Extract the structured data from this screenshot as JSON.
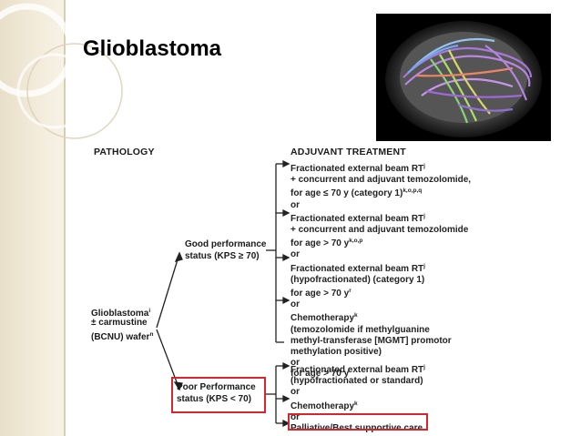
{
  "slide": {
    "title": "Glioblastoma",
    "image_icon": "brain-tractography-image"
  },
  "headers": {
    "pathology": "PATHOLOGY",
    "adjuvant": "ADJUVANT TREATMENT"
  },
  "pathology": {
    "line1": "Glioblastoma",
    "line1_sup": "i",
    "line2": "± carmustine",
    "line3": "(BCNU) wafer",
    "line3_sup": "n"
  },
  "branches": {
    "good_line1": "Good performance",
    "good_line2": "status (KPS ≥ 70)",
    "poor_line1": "Poor Performance",
    "poor_line2": "status (KPS < 70)"
  },
  "good_treatments": [
    {
      "text": "Fractionated external beam RT",
      "sup": "j"
    },
    {
      "text": "+ concurrent and adjuvant temozolomide,",
      "sup": ""
    },
    {
      "text": "for age ≤ 70 y (category 1)",
      "sup": "k,o,p,q"
    },
    {
      "text": "or",
      "sup": ""
    },
    {
      "text": "Fractionated external beam RT",
      "sup": "j"
    },
    {
      "text": "+ concurrent and adjuvant temozolomide",
      "sup": ""
    },
    {
      "text": "for age > 70 y",
      "sup": "k,o,p"
    },
    {
      "text": "or",
      "sup": ""
    },
    {
      "text": "Fractionated external beam RT",
      "sup": "j"
    },
    {
      "text": "(hypofractionated) (category 1)",
      "sup": ""
    },
    {
      "text": "for age > 70 y",
      "sup": "r"
    },
    {
      "text": "or",
      "sup": ""
    },
    {
      "text": "Chemotherapy",
      "sup": "k"
    },
    {
      "text": "(temozolomide if methylguanine",
      "sup": ""
    },
    {
      "text": "methyl-transferase [MGMT] promotor",
      "sup": ""
    },
    {
      "text": "methylation positive)",
      "sup": ""
    },
    {
      "text": "or",
      "sup": ""
    },
    {
      "text": "for age > 70 y",
      "sup": ""
    }
  ],
  "poor_treatments": [
    {
      "text": "Fractionated external beam RT",
      "sup": "j"
    },
    {
      "text": "(hypofractionated or standard)",
      "sup": ""
    },
    {
      "text": "or",
      "sup": ""
    },
    {
      "text": "Chemotherapy",
      "sup": "k"
    },
    {
      "text": "or",
      "sup": ""
    },
    {
      "text": "Palliative/Best supportive care",
      "sup": ""
    }
  ],
  "colors": {
    "highlight": "#d9232d",
    "strip": "#efe6d2"
  }
}
